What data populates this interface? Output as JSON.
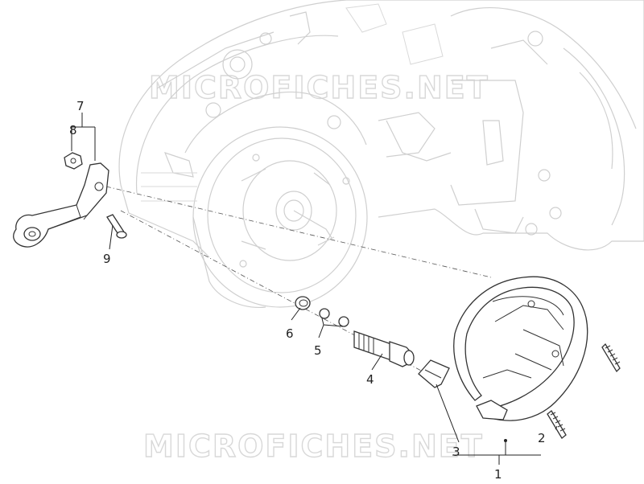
{
  "watermark": "MICROFICHES.NET",
  "callouts": {
    "c1": "1",
    "c2": "2",
    "c3": "3",
    "c4": "4",
    "c5": "5",
    "c6": "6",
    "c7": "7",
    "c8": "8",
    "c9": "9"
  }
}
